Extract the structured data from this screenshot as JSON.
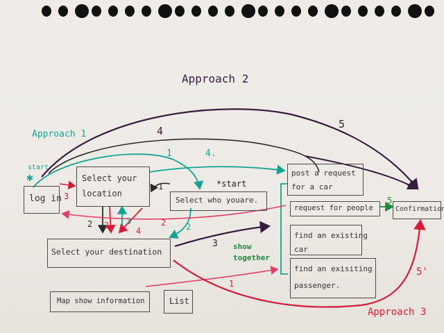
{
  "title": "Approach 2",
  "approach1_label": "Approach 1",
  "approach3_label": "Approach 3",
  "start_label_left": "start",
  "start_label_right": "*start",
  "show_together_label": "show\ntogether",
  "nodes": {
    "login": "log in",
    "select_location": "Select your\nlocation",
    "select_who": "Select who youare.",
    "select_destination": "Select your destination",
    "map_info": "Map show information",
    "list": "List",
    "post_request": "post a request\nfor a car",
    "request_people": "request for people",
    "find_car": "find an existing\ncar",
    "find_passenger": "find an exisiting\npassenger.",
    "confirmation": "Confirmation"
  },
  "edge_numbers": {
    "purple_top_5": "5",
    "purple_4": "4",
    "teal_1_top": "1",
    "teal_4": "4.",
    "red_3_login": "3",
    "black_1": "1",
    "black_2": "2",
    "red_2_down": "2",
    "red_3": "3",
    "red_4": "4",
    "red_2_mid": "2",
    "teal_2": "2",
    "black_3": "3",
    "teal_5": "5",
    "red_1": "1",
    "red_5": "5'"
  },
  "colors": {
    "purple": "#3a1b40",
    "teal": "#12a396",
    "red": "#d51b37",
    "pink": "#e33c66",
    "green": "#1e8a3a",
    "ink": "#3a3a3a"
  }
}
